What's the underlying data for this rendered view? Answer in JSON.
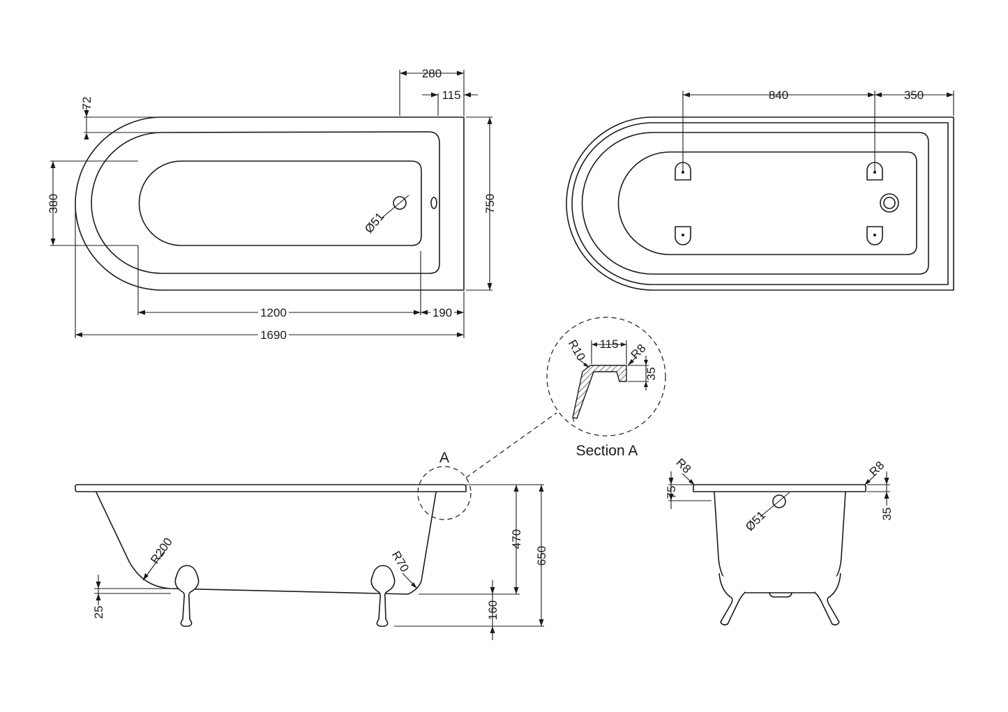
{
  "top_view": {
    "dims": {
      "d280": "280",
      "d115": "115",
      "d72": "72",
      "d380": "380",
      "d750": "750",
      "d51": "Ø51",
      "d1200": "1200",
      "d190": "190",
      "d1690": "1690"
    }
  },
  "underside_view": {
    "dims": {
      "d840": "840",
      "d350": "350"
    }
  },
  "side_view": {
    "marker": "A",
    "dims": {
      "r200": "R200",
      "r70": "R70",
      "d470": "470",
      "d650": "650",
      "d25": "25",
      "d160": "160"
    }
  },
  "section_a": {
    "title": "Section A",
    "dims": {
      "r10": "R10",
      "d115": "115",
      "r8": "R8",
      "d35": "35"
    }
  },
  "end_view": {
    "dims": {
      "r8_left": "R8",
      "r8_right": "R8",
      "d75": "75",
      "d35": "35",
      "d51": "Ø51"
    }
  }
}
